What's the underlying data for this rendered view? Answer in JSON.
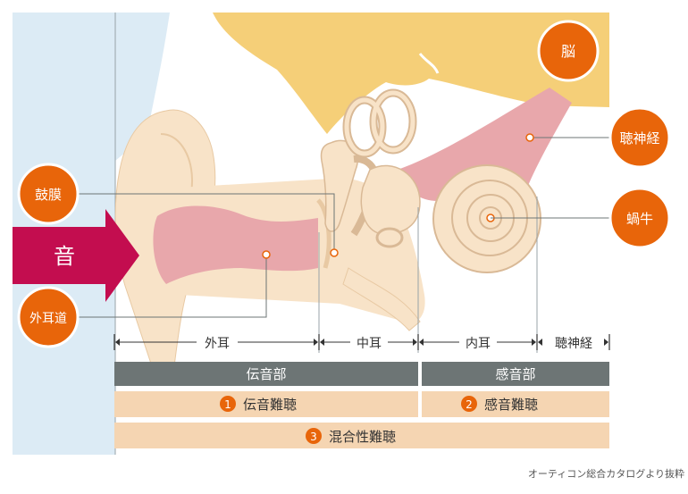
{
  "labels": {
    "brain": "脳",
    "auditory_nerve": "聴神経",
    "cochlea": "蝸牛",
    "eardrum": "鼓膜",
    "sound": "音",
    "ear_canal": "外耳道"
  },
  "sections": {
    "outer_ear": "外耳",
    "middle_ear": "中耳",
    "inner_ear": "内耳",
    "auditory_nerve": "聴神経"
  },
  "categories": {
    "conductive_part": "伝音部",
    "sensorineural_part": "感音部"
  },
  "hearing_loss": {
    "conductive": {
      "num": "1",
      "label": "伝音難聴"
    },
    "sensorineural": {
      "num": "2",
      "label": "感音難聴"
    },
    "mixed": {
      "num": "3",
      "label": "混合性難聴"
    }
  },
  "source": "オーティコン総合カタログより抜粋",
  "colors": {
    "label_circle": "#e8650a",
    "sound_arrow": "#c30d4f",
    "gray_bar": "#6d7575",
    "peach_bar": "#f5d5b2",
    "skin": "#f8e3c8",
    "canal_pink": "#e8a7ab",
    "brain_yellow": "#f5cf78",
    "bg_blue": "#dcebf5"
  }
}
